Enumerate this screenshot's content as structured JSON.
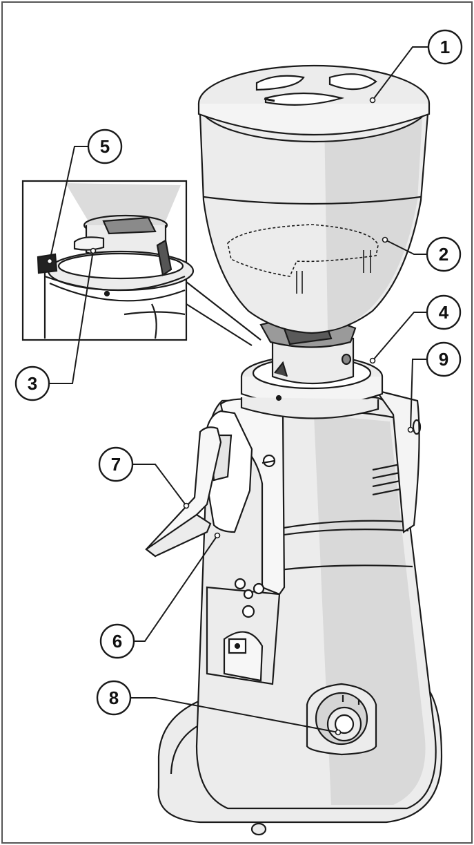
{
  "diagram": {
    "callouts": [
      {
        "id": "1",
        "label": "1"
      },
      {
        "id": "2",
        "label": "2"
      },
      {
        "id": "3",
        "label": "3"
      },
      {
        "id": "4",
        "label": "4"
      },
      {
        "id": "5",
        "label": "5"
      },
      {
        "id": "6",
        "label": "6"
      },
      {
        "id": "7",
        "label": "7"
      },
      {
        "id": "8",
        "label": "8"
      },
      {
        "id": "9",
        "label": "9"
      }
    ],
    "colors": {
      "line": "#1a1a1a",
      "body_fill": "#ececec",
      "shade_fill": "#d9d9d9",
      "light_fill": "#f7f7f7"
    }
  }
}
